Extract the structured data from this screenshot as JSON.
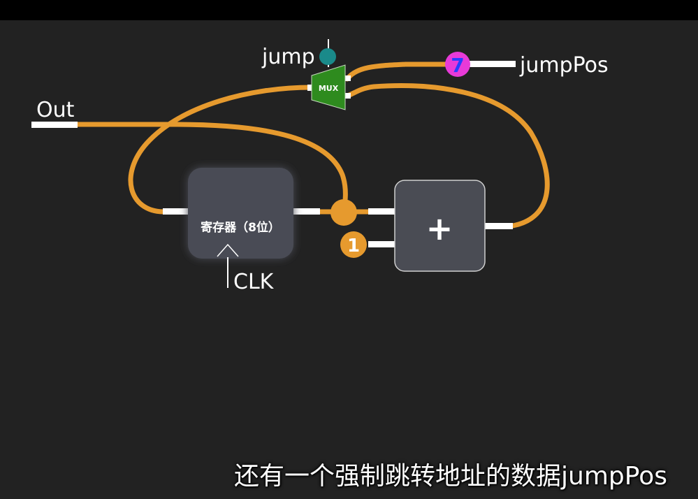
{
  "labels": {
    "out": "Out",
    "jump": "jump",
    "jump_pos": "jumpPos",
    "clk": "CLK",
    "mux": "MUX",
    "register": "寄存器（8位）",
    "adder": "+",
    "constant": "1",
    "jump_pos_value": "7"
  },
  "subtitle": "还有一个强制跳转地址的数据jumpPos",
  "colors": {
    "background": "#222222",
    "top_bar": "#000000",
    "wire": "#e69a2e",
    "pin": "#ffffff",
    "block_fill": "#4a4c54",
    "mux_fill": "#2e8b1e",
    "jump_dot": "#1a8a8a",
    "jump_pos_dot": "#e83ad8"
  }
}
